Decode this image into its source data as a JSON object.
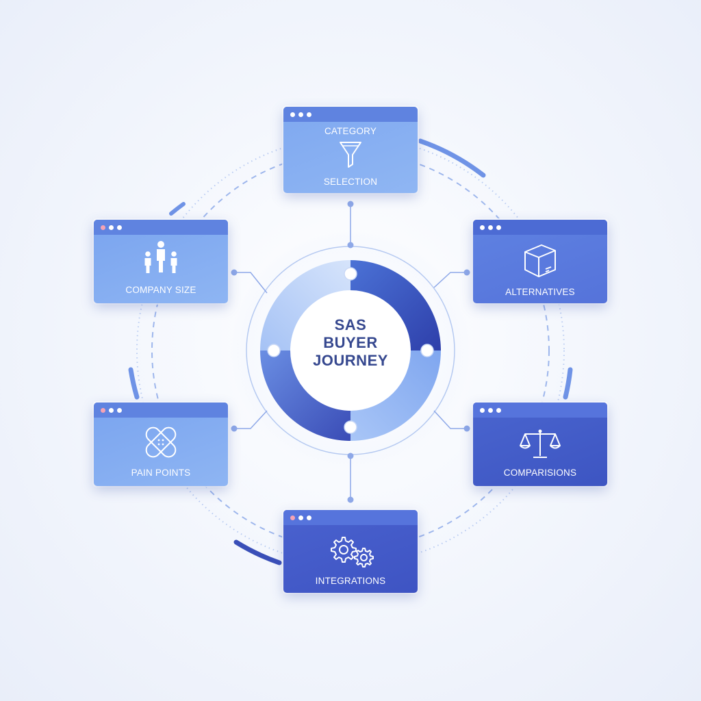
{
  "center": {
    "line1": "SAS",
    "line2": "BUYER",
    "line3": "JOURNEY"
  },
  "stages": {
    "category": {
      "line1": "CATEGORY",
      "line2": "SELECTION",
      "icon": "funnel-icon"
    },
    "company_size": {
      "label": "COMPANY SIZE",
      "icon": "people-icon"
    },
    "alternatives": {
      "label": "ALTERNATIVES",
      "icon": "box-icon"
    },
    "pain_points": {
      "label": "PAIN POINTS",
      "icon": "bandage-icon"
    },
    "comparisons": {
      "label": "COMPARISIONS",
      "icon": "scales-icon"
    },
    "integrations": {
      "label": "INTEGRATIONS",
      "icon": "gears-icon"
    }
  },
  "colors": {
    "light_blue": "#8ab4f3",
    "mid_blue": "#5b7fe0",
    "dark_blue": "#4356c4",
    "text_dark": "#36488f"
  }
}
